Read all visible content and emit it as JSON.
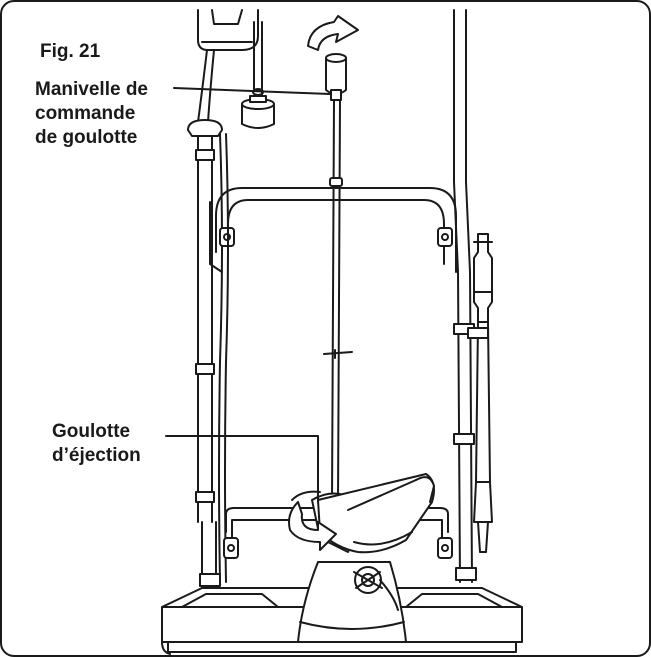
{
  "figure": {
    "number_label": "Fig. 21"
  },
  "callouts": {
    "crank": {
      "lines": [
        "Manivelle de",
        "commande",
        "de goulotte"
      ]
    },
    "chute": {
      "lines": [
        "Goulotte",
        "d’éjection"
      ]
    }
  },
  "colors": {
    "line": "#1a1a1a",
    "shade": "#d9d9d9",
    "background": "#ffffff"
  },
  "icons": {
    "rotation_arrow_top": "curved-arrow-icon",
    "rotation_arrow_chute": "curved-arrow-icon"
  }
}
